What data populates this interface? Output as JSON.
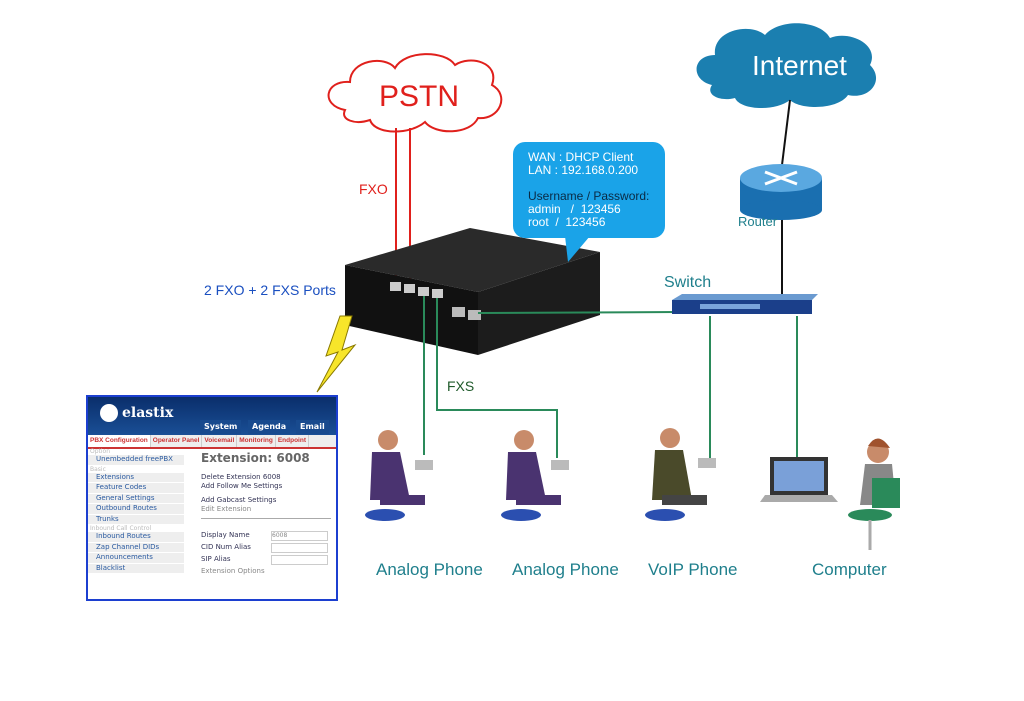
{
  "clouds": {
    "pstn": "PSTN",
    "internet": "Internet"
  },
  "labels": {
    "fxo": "FXO",
    "ports": "2 FXO + 2 FXS Ports",
    "fxs": "FXS",
    "router": "Router",
    "switch": "Switch"
  },
  "callout": {
    "wan": "WAN : DHCP Client",
    "lan": "LAN : 192.168.0.200",
    "cred_title": "Username / Password:",
    "admin": "admin   /  123456",
    "root": "root  /  123456"
  },
  "endpoints": [
    "Analog Phone",
    "Analog Phone",
    "VoIP Phone",
    "Computer"
  ],
  "colors": {
    "pstn": "#e0201c",
    "internet": "#1b7fb0",
    "callout": "#1aa3e8",
    "lines_green": "#2a8a5a",
    "labels": "#1f7f8c"
  },
  "screenshot": {
    "logo": "elastix",
    "top_tabs": [
      "System",
      "Agenda",
      "Email"
    ],
    "tabs": [
      "PBX Configuration",
      "Operator Panel",
      "Voicemail",
      "Monitoring",
      "Endpoint"
    ],
    "sidebar": [
      {
        "section": "Option"
      },
      {
        "item": "Unembedded freePBX"
      },
      {
        "section": "Basic"
      },
      {
        "item": "Extensions"
      },
      {
        "item": "Feature Codes"
      },
      {
        "item": "General Settings"
      },
      {
        "item": "Outbound Routes"
      },
      {
        "item": "Trunks"
      },
      {
        "section": "Inbound Call Control"
      },
      {
        "item": "Inbound Routes"
      },
      {
        "item": "Zap Channel DIDs"
      },
      {
        "item": "Announcements"
      },
      {
        "item": "Blacklist"
      }
    ],
    "title": "Extension: 6008",
    "links": [
      "Delete Extension 6008",
      "Add Follow Me Settings",
      "Add Gabcast Settings"
    ],
    "edit_label": "Edit Extension",
    "fields": [
      {
        "label": "Display Name",
        "value": "6008"
      },
      {
        "label": "CID Num Alias",
        "value": ""
      },
      {
        "label": "SIP Alias",
        "value": ""
      }
    ],
    "options_label": "Extension Options"
  }
}
